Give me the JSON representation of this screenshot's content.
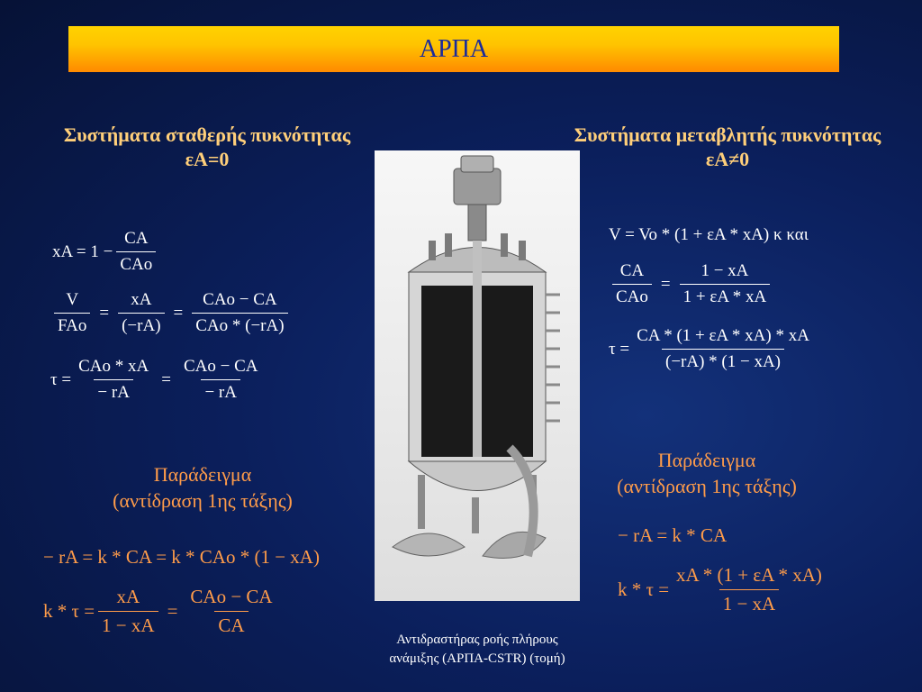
{
  "title": "ΑΡΠΑ",
  "left": {
    "heading_line1": "Συστήματα σταθερής πυκνότητας",
    "heading_line2": "εΑ=0",
    "eq1": {
      "lhs": "xA = 1 −",
      "num": "CA",
      "den": "CAo"
    },
    "eq2": {
      "f1_num": "V",
      "f1_den": "FAo",
      "eq_a": "=",
      "f2_num": "xA",
      "f2_den": "(−rA)",
      "eq_b": "=",
      "f3_num": "CAo − CA",
      "f3_den": "CAo * (−rA)"
    },
    "eq3": {
      "lhs": "τ =",
      "f1_num": "CAo * xA",
      "f1_den": "− rA",
      "eq_b": "=",
      "f2_num": "CAo − CA",
      "f2_den": "− rA"
    },
    "example_line1": "Παράδειγμα",
    "example_line2": "(αντίδραση 1ης τάξης)",
    "eq4": "− rA = k * CA = k * CAo * (1 − xA)",
    "eq5": {
      "lhs": "k * τ =",
      "f1_num": "xA",
      "f1_den": "1 − xA",
      "eq_b": "=",
      "f2_num": "CAo − CA",
      "f2_den": "CA"
    }
  },
  "right": {
    "heading_line1": "Συστήματα μεταβλητής πυκνότητας",
    "heading_line2": "εΑ≠0",
    "eq1": "V = Vo * (1 + εA * xA)  κ και",
    "eq2": {
      "num_l": "CA",
      "den_l": "CAo",
      "eq": "=",
      "num_r": "1 − xA",
      "den_r": "1 + εA * xA"
    },
    "eq3": {
      "lhs": "τ =",
      "num": "CA * (1 + εA * xA) * xA",
      "den": "(−rA) * (1 − xA)"
    },
    "example_line1": "Παράδειγμα",
    "example_line2": "(αντίδραση 1ης τάξης)",
    "eq4": "− rA = k * CA",
    "eq5": {
      "lhs": "k * τ =",
      "num": "xA * (1 + εA * xA)",
      "den": "1 − xA"
    }
  },
  "caption_line1": "Αντιδραστήρας ροής πλήρους",
  "caption_line2": "ανάμιξης (ΑΡΠΑ-CSTR) (τομή)",
  "colors": {
    "title_text": "#1a2b9c",
    "heading": "#ffcf7a",
    "accent": "#ff9c4a",
    "background": "#0b1f5c"
  }
}
